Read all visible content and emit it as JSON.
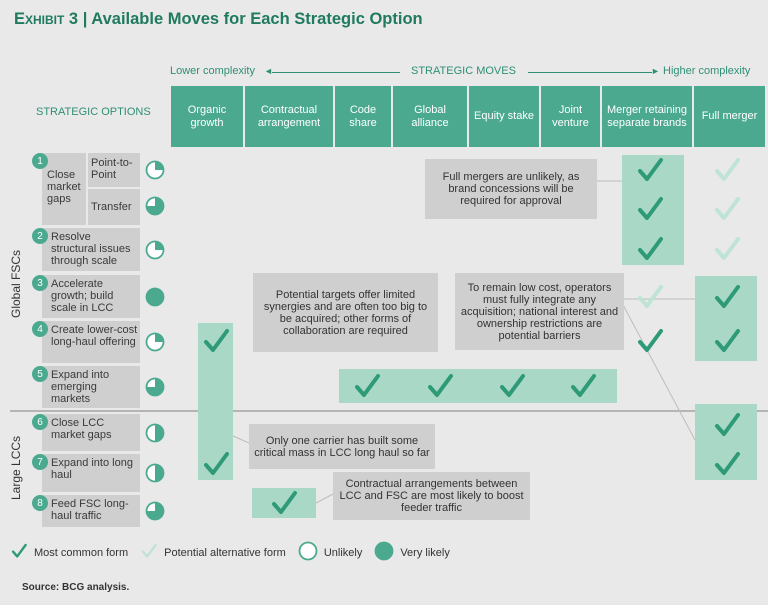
{
  "title": {
    "prefix": "Exhibit 3",
    "main": "Available Moves for Each Strategic Option"
  },
  "axis": {
    "lower": "Lower complexity",
    "center": "STRATEGIC MOVES",
    "higher": "Higher complexity"
  },
  "options_label": "STRATEGIC OPTIONS",
  "columns": [
    "Organic growth",
    "Contractual arrangement",
    "Code share",
    "Global alliance",
    "Equity stake",
    "Joint venture",
    "Merger retaining separate brands",
    "Full merger"
  ],
  "groups": [
    "Global FSCs",
    "Large LCCs"
  ],
  "options": [
    {
      "num": "1",
      "label": "Close market gaps",
      "subs": [
        {
          "label": "Point-to-Point",
          "likelihood": 0.25
        },
        {
          "label": "Transfer",
          "likelihood": 0.75
        }
      ]
    },
    {
      "num": "2",
      "label": "Resolve structural issues through scale",
      "likelihood": 0.25
    },
    {
      "num": "3",
      "label": "Accelerate growth; build scale in LCC",
      "likelihood": 1.0
    },
    {
      "num": "4",
      "label": "Create lower-cost long-haul offering",
      "likelihood": 0.25
    },
    {
      "num": "5",
      "label": "Expand into emerging markets",
      "likelihood": 0.75
    },
    {
      "num": "6",
      "label": "Close LCC market gaps",
      "likelihood": 0.5
    },
    {
      "num": "7",
      "label": "Expand into long haul",
      "likelihood": 0.5
    },
    {
      "num": "8",
      "label": "Feed FSC long-haul traffic",
      "likelihood": 0.75
    }
  ],
  "checks": [
    {
      "row": 0,
      "col": 6,
      "type": "most-common"
    },
    {
      "row": 1,
      "col": 6,
      "type": "most-common"
    },
    {
      "row": 2,
      "col": 6,
      "type": "most-common"
    },
    {
      "row": 0,
      "col": 7,
      "type": "alternative"
    },
    {
      "row": 1,
      "col": 7,
      "type": "alternative"
    },
    {
      "row": 2,
      "col": 7,
      "type": "alternative"
    },
    {
      "row": 3,
      "col": 6,
      "type": "alternative"
    },
    {
      "row": 4,
      "col": 6,
      "type": "most-common"
    },
    {
      "row": 3,
      "col": 7,
      "type": "most-common"
    },
    {
      "row": 4,
      "col": 7,
      "type": "most-common"
    },
    {
      "row": 4,
      "col": 0,
      "type": "most-common"
    },
    {
      "row": 7,
      "col": 0,
      "type": "most-common"
    },
    {
      "row": 5,
      "col": 2,
      "type": "most-common"
    },
    {
      "row": 5,
      "col": 3,
      "type": "most-common"
    },
    {
      "row": 5,
      "col": 4,
      "type": "most-common"
    },
    {
      "row": 5,
      "col": 5,
      "type": "most-common"
    },
    {
      "row": 6,
      "col": 7,
      "type": "most-common"
    },
    {
      "row": 7,
      "col": 7,
      "type": "most-common"
    },
    {
      "row": 8,
      "col": 1,
      "type": "most-common"
    }
  ],
  "callouts": {
    "full_merger": "Full mergers are unlikely, as brand concessions will be required for approval",
    "targets": "Potential targets offer limited synergies and are often too big to be acquired; other forms of collaboration are required",
    "low_cost": "To remain low cost, operators must fully integrate any acquisition; national interest and ownership restrictions are potential barriers",
    "one_carrier": "Only one carrier has built some critical mass in LCC long haul so far",
    "contractual": "Contractual arrangements between LCC and FSC are most likely to boost feeder traffic"
  },
  "legend": {
    "most_common": "Most common form",
    "alternative": "Potential alternative form",
    "unlikely": "Unlikely",
    "very_likely": "Very likely"
  },
  "source": "Source: BCG analysis.",
  "colors": {
    "teal": "#4aa98f",
    "box": "#a9d9c6",
    "check": "#2e9a78",
    "check_light": "#bfe3d5"
  }
}
